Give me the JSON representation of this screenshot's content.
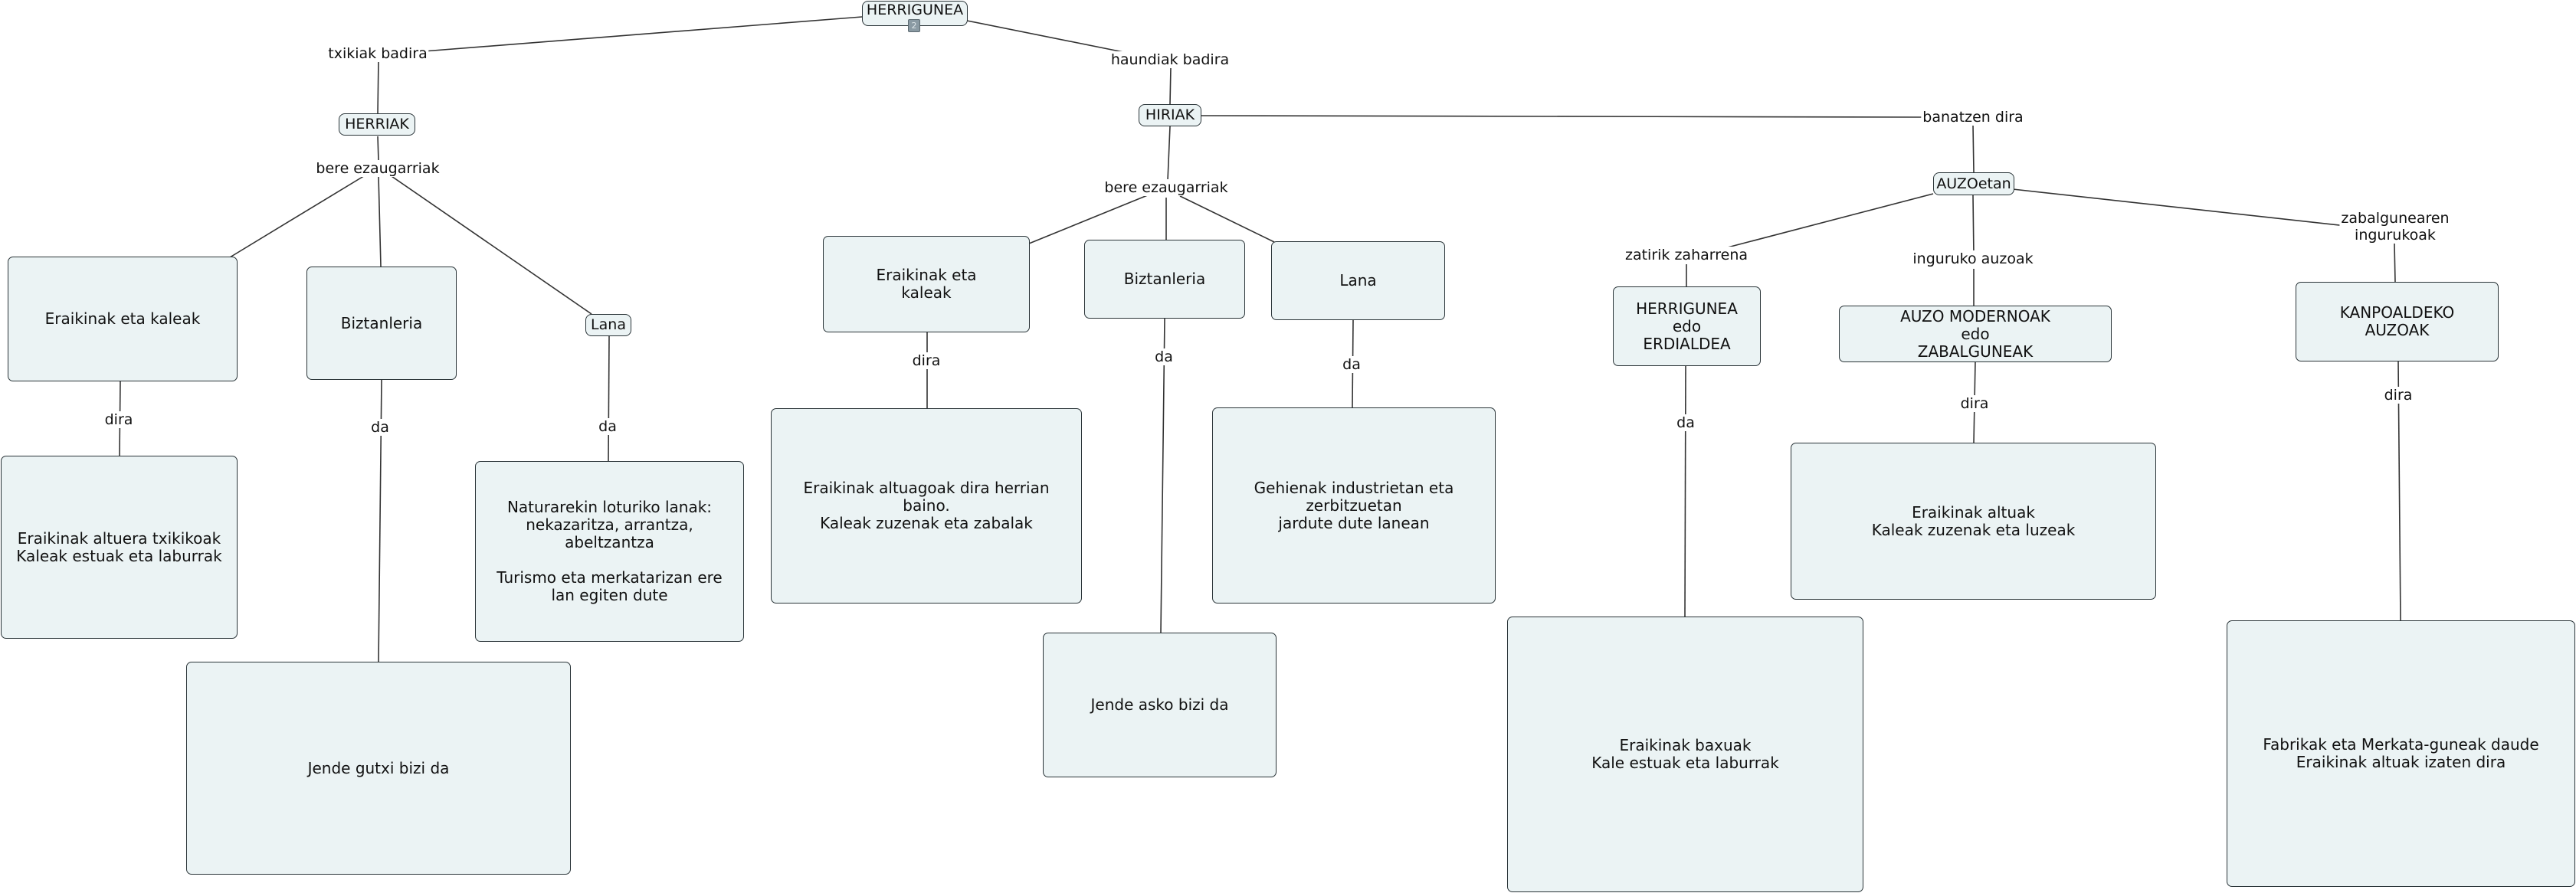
{
  "root": {
    "label": "HERRIGUNEA",
    "badge": "2"
  },
  "links_labels": {
    "txikiak": "txikiak badira",
    "haundiak": "haundiak badira",
    "herriak_ezaug": "bere ezaugarriak",
    "hiriak_ezaug": "bere ezaugarriak",
    "banatzen": "banatzen  dira",
    "zatirik": "zatirik zaharrena",
    "inguruko": "inguruko auzoak",
    "zabalgune": "zabalgunearen\ningurukoak",
    "h_eraikinak_dira": "dira",
    "h_biztanleria_da": "da",
    "h_lana_da": "da",
    "c_eraikinak_dira": "dira",
    "c_biztanleria_da": "da",
    "c_lana_da": "da",
    "a_erdialdea_da": "da",
    "a_moderno_dira": "dira",
    "a_kanpo_dira": "dira"
  },
  "nodes": {
    "herriak": "HERRIAK",
    "hiriak": "HIRIAK",
    "auzoetan": "AUZOetan",
    "h_eraikinak": "Eraikinak eta kaleak",
    "h_biztanleria": "Biztanleria",
    "h_lana": "Lana",
    "h_eraikinak_desc": "Eraikinak altuera txikikoak\nKaleak estuak eta laburrak",
    "h_biztanleria_desc": "Jende gutxi bizi da",
    "h_lana_desc": "Naturarekin loturiko lanak:\nnekazaritza, arrantza, abeltzantza\n\nTurismo eta merkatarizan ere\nlan egiten dute",
    "c_eraikinak": "Eraikinak eta\nkaleak",
    "c_biztanleria": "Biztanleria",
    "c_lana": "Lana",
    "c_eraikinak_desc": "Eraikinak altuagoak dira herrian baino.\nKaleak zuzenak eta zabalak",
    "c_biztanleria_desc": "Jende asko bizi da",
    "c_lana_desc": "Gehienak industrietan eta zerbitzuetan\njardute dute lanean",
    "a_erdialdea": "HERRIGUNEA edo\nERDIALDEA",
    "a_moderno": "AUZO MODERNOAK\nedo\nZABALGUNEAK",
    "a_kanpo": "KANPOALDEKO\nAUZOAK",
    "a_erdialdea_desc": "Eraikinak baxuak\nKale estuak eta laburrak",
    "a_moderno_desc": "Eraikinak altuak\nKaleak zuzenak eta luzeak",
    "a_kanpo_desc": "Fabrikak eta Merkata-guneak daude\nEraikinak  altuak izaten dira"
  },
  "colors": {
    "node_fill": "#ebf3f4",
    "node_border": "#2a3438",
    "link": "#333333"
  }
}
